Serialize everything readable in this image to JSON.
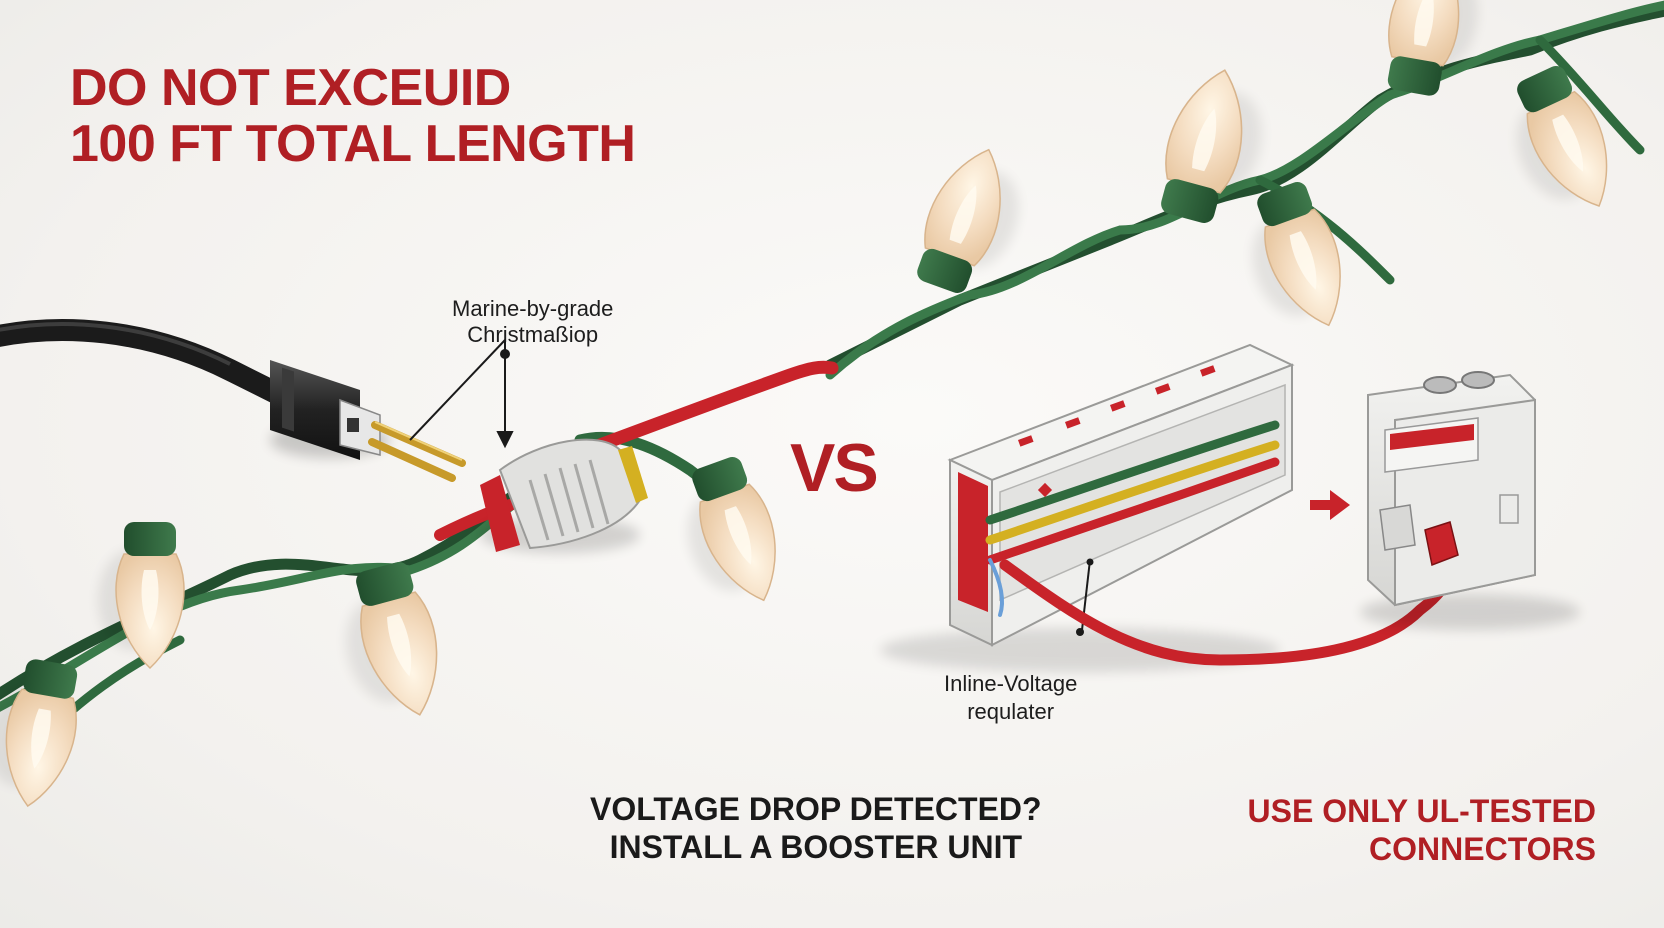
{
  "headline": {
    "line1": "DO NOT EXCEUID",
    "line2": "100 FT TOTAL LENGTH"
  },
  "vs_label": "VS",
  "callouts": {
    "plug_line1": "Marine-by-grade",
    "plug_line2": "Christmaßiop",
    "regulator_line1": "Inline-Voltage",
    "regulator_line2": "requlater"
  },
  "bottom_left": {
    "line1": "VOLTAGE DROP DETECTED?",
    "line2": "INSTALL A BOOSTER UNIT"
  },
  "bottom_right": {
    "line1": "USE ONLY UL-TESTED",
    "line2": "CONNECTORS"
  },
  "colors": {
    "accent_red": "#b01f24",
    "wire_green": "#2f6a3e",
    "wire_red": "#c8232a",
    "wire_yellow": "#d4b021",
    "bulb": "#f3dcc0",
    "housing": "#e6e6e4"
  },
  "icons": [
    "power-plug-icon",
    "inline-connector-icon",
    "bulb-icon",
    "regulator-box-icon",
    "booster-unit-icon",
    "arrow-right-icon"
  ]
}
